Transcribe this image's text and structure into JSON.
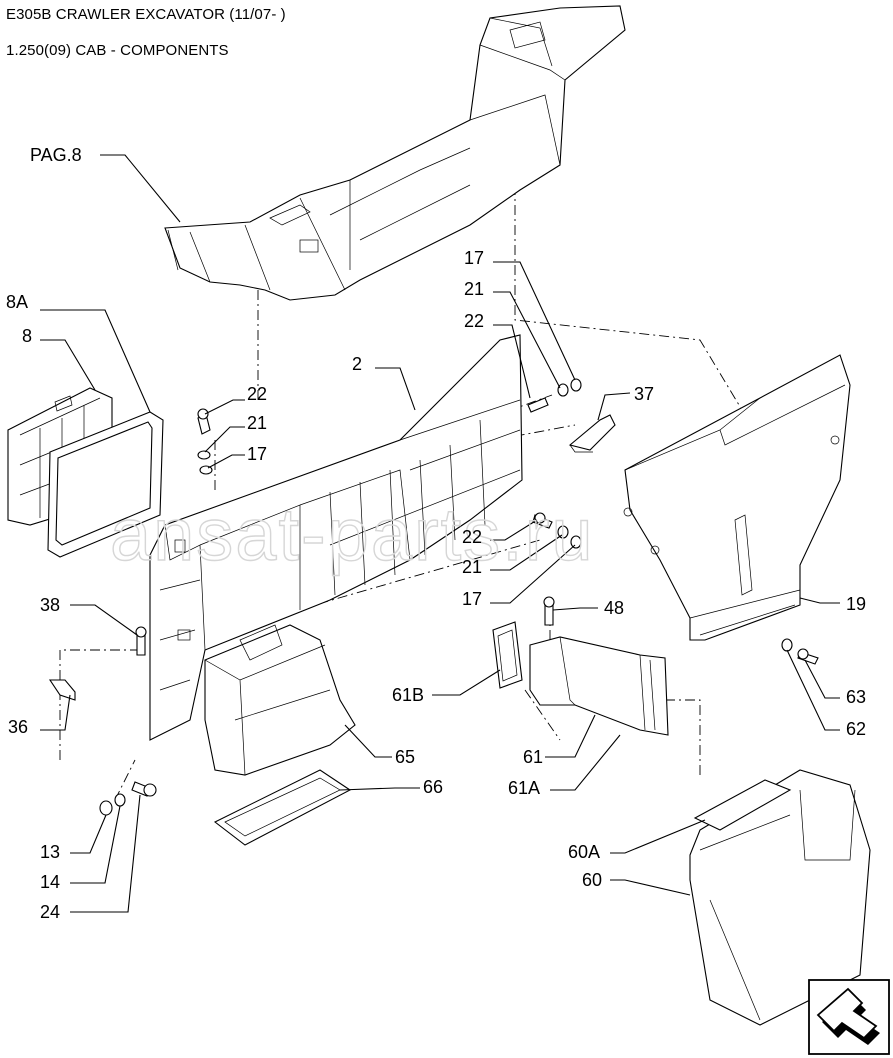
{
  "header": {
    "title": "E305B CRAWLER EXCAVATOR (11/07- )",
    "subtitle": "1.250(09) CAB - COMPONENTS"
  },
  "watermark": "ansat-parts.ru",
  "callouts": {
    "pag8": "PAG.8",
    "c8a": "8A",
    "c8": "8",
    "c2": "2",
    "c22a": "22",
    "c21a": "21",
    "c17a": "17",
    "c17b": "17",
    "c21b": "21",
    "c22b": "22",
    "c37": "37",
    "c22c": "22",
    "c21c": "21",
    "c17c": "17",
    "c38": "38",
    "c48": "48",
    "c19": "19",
    "c36": "36",
    "c61b": "61B",
    "c63": "63",
    "c62": "62",
    "c65": "65",
    "c61": "61",
    "c66": "66",
    "c61a": "61A",
    "c13": "13",
    "c14": "14",
    "c24": "24",
    "c60a": "60A",
    "c60": "60"
  },
  "nav": {
    "icon": "arrow-icon"
  }
}
